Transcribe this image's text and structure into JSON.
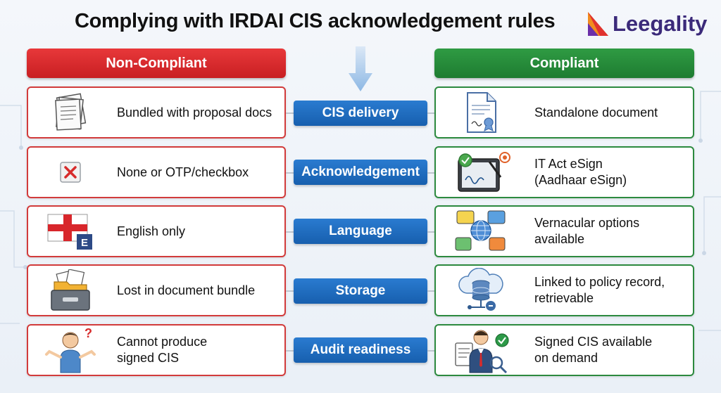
{
  "title": "Complying with IRDAI CIS acknowledgement rules",
  "logo": {
    "text": "Leegality",
    "icon": "leegality-triangle-logo"
  },
  "columns": {
    "left_header": "Non-Compliant",
    "right_header": "Compliant"
  },
  "colors": {
    "non_compliant": "#d23b3b",
    "compliant": "#2c8a3f",
    "center": "#1f6fc2"
  },
  "rows": [
    {
      "category": "CIS delivery",
      "non_compliant": "Bundled with proposal docs",
      "non_compliant_icon": "document-stack-icon",
      "compliant": "Standalone document",
      "compliant_icon": "certificate-document-icon"
    },
    {
      "category": "Acknowledgement",
      "non_compliant": "None or OTP/checkbox",
      "non_compliant_icon": "x-checkbox-icon",
      "compliant": "IT Act eSign\n(Aadhaar eSign)",
      "compliant_icon": "esign-tablet-icon"
    },
    {
      "category": "Language",
      "non_compliant": "English only",
      "non_compliant_icon": "english-flag-icon",
      "compliant": "Vernacular options\navailable",
      "compliant_icon": "languages-globe-icon"
    },
    {
      "category": "Storage",
      "non_compliant": "Lost in document bundle",
      "non_compliant_icon": "file-drawer-icon",
      "compliant": "Linked to policy record,\nretrievable",
      "compliant_icon": "cloud-database-icon"
    },
    {
      "category": "Audit readiness",
      "non_compliant": "Cannot produce\nsigned CIS",
      "non_compliant_icon": "confused-person-icon",
      "compliant": "Signed CIS available\non demand",
      "compliant_icon": "auditor-checklist-icon"
    }
  ]
}
